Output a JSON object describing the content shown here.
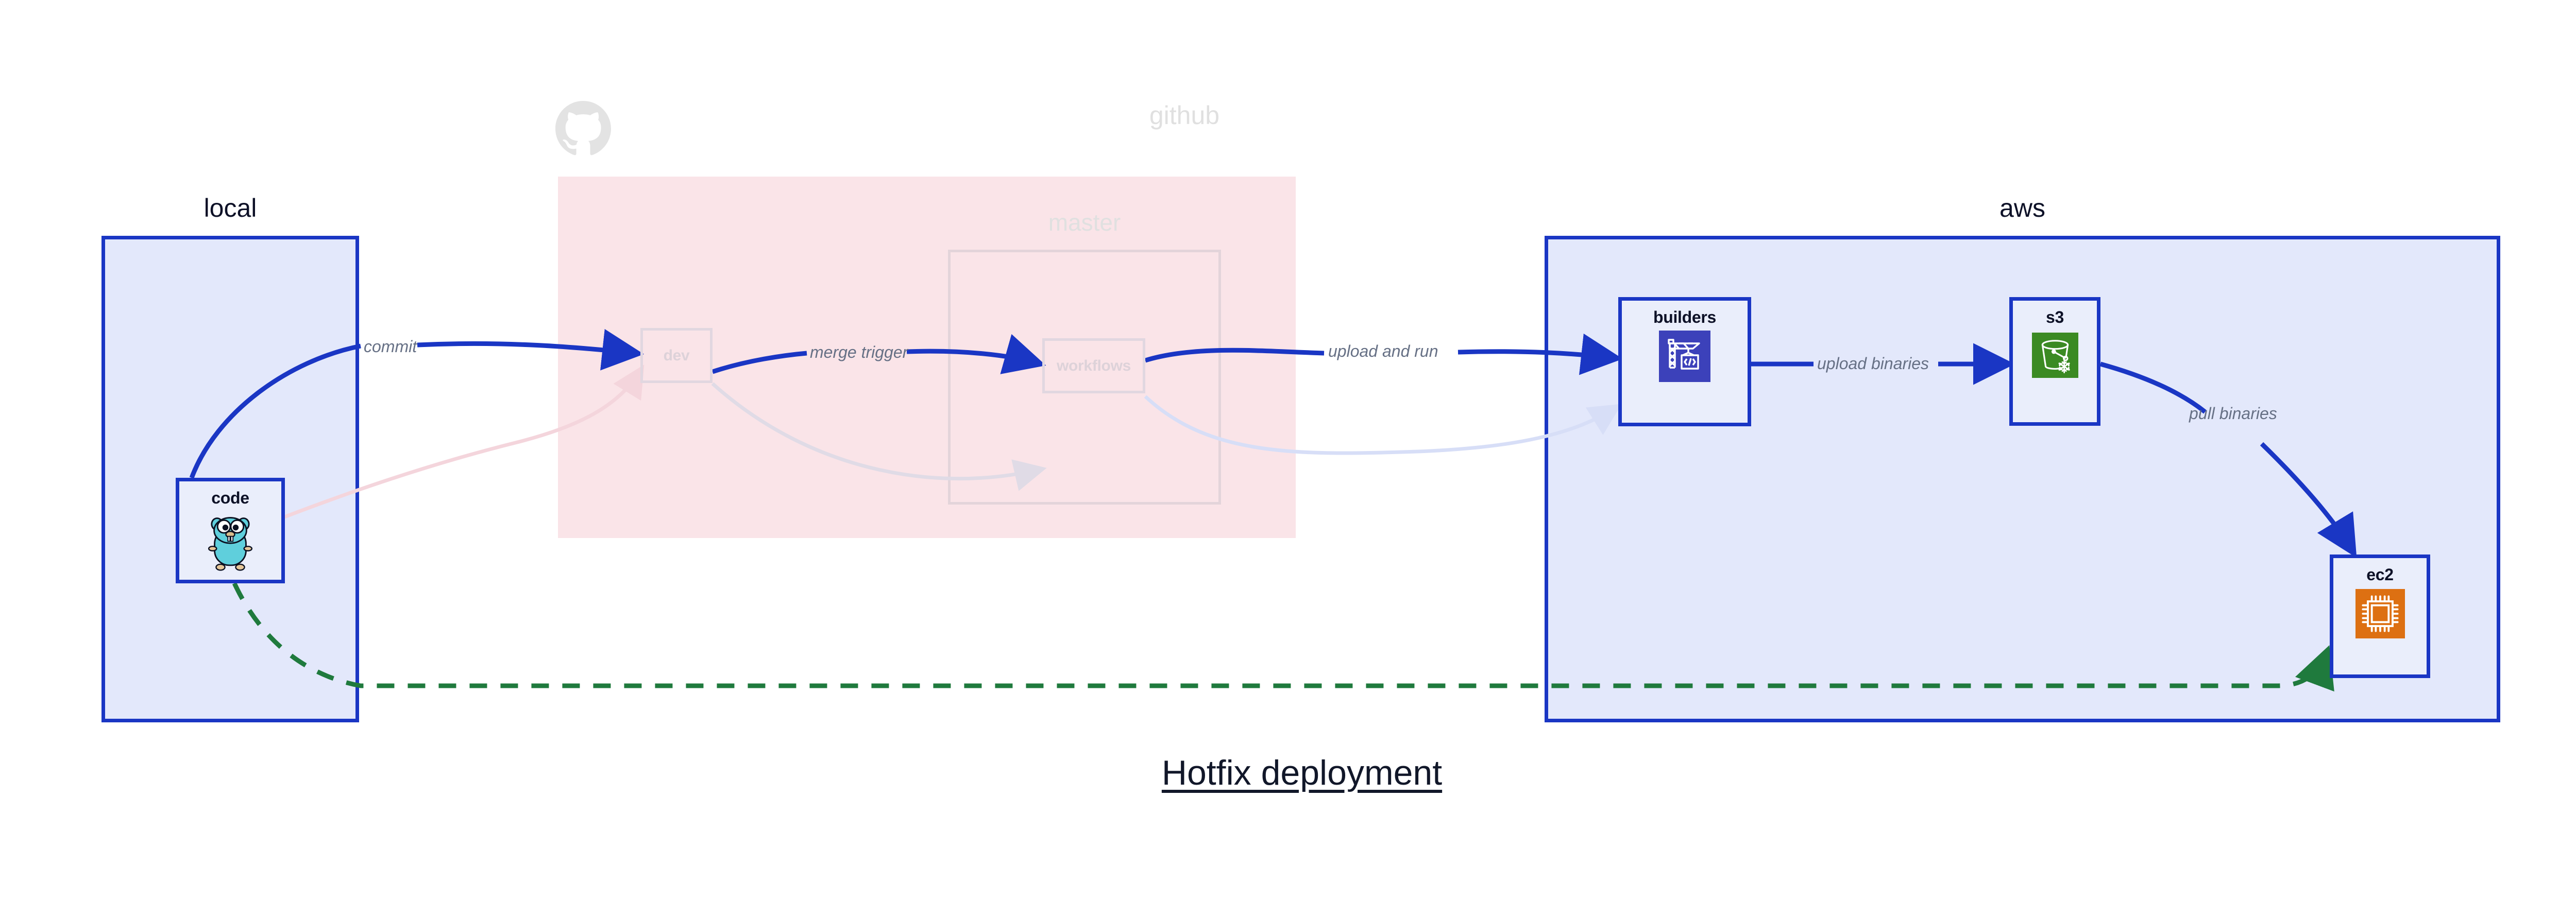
{
  "title": "Hotfix deployment",
  "colors": {
    "primary_blue": "#1a36c4",
    "zone_fill_blue": "#e3e8fb",
    "github_fill_pink": "#fae4e8",
    "green_dashed": "#1f7a3d",
    "faded_grey": "#e0e0e0",
    "label_grey": "#667085",
    "builders_tile": "#3c41ba",
    "s3_tile": "#3b8a23",
    "ec2_tile": "#dd7012",
    "text_dark": "#0d1127"
  },
  "zones": [
    {
      "id": "local",
      "label": "local",
      "faded": false
    },
    {
      "id": "github",
      "label": "github",
      "faded": true
    },
    {
      "id": "master",
      "label": "master",
      "faded": true
    },
    {
      "id": "aws",
      "label": "aws",
      "faded": false
    }
  ],
  "nodes": [
    {
      "id": "code",
      "label": "code",
      "icon": "go-gopher-icon",
      "faded": false
    },
    {
      "id": "dev",
      "label": "dev",
      "icon": null,
      "faded": true
    },
    {
      "id": "workflows",
      "label": "workflows",
      "icon": null,
      "faded": true
    },
    {
      "id": "builders",
      "label": "builders",
      "icon": "aws-codebuild-icon",
      "faded": false
    },
    {
      "id": "s3",
      "label": "s3",
      "icon": "aws-s3-glacier-icon",
      "faded": false
    },
    {
      "id": "ec2",
      "label": "ec2",
      "icon": "aws-ec2-chip-icon",
      "faded": false
    }
  ],
  "edges": [
    {
      "id": "commit",
      "label": "commit",
      "from": "code",
      "to": "dev",
      "style": "solid-blue",
      "faded": false
    },
    {
      "id": "merge-trigger",
      "label": "merge trigger",
      "from": "dev",
      "to": "workflows",
      "style": "solid-blue",
      "faded": false
    },
    {
      "id": "upload-and-run",
      "label": "upload and run",
      "from": "workflows",
      "to": "builders",
      "style": "solid-blue",
      "faded": false
    },
    {
      "id": "upload-binaries",
      "label": "upload binaries",
      "from": "builders",
      "to": "s3",
      "style": "solid-blue",
      "faded": false
    },
    {
      "id": "pull-binaries",
      "label": "pull binaries",
      "from": "s3",
      "to": "ec2",
      "style": "solid-blue",
      "faded": false
    },
    {
      "id": "hotfix-direct",
      "label": "",
      "from": "code",
      "to": "ec2",
      "style": "dashed-green",
      "faded": false
    },
    {
      "id": "ghost-code-dev",
      "label": "",
      "from": "code",
      "to": "dev",
      "style": "solid-pink-faded",
      "faded": true
    },
    {
      "id": "ghost-dev-workflows",
      "label": "",
      "from": "dev",
      "to": "workflows",
      "style": "solid-grey-faded",
      "faded": true
    },
    {
      "id": "ghost-workflows-builders",
      "label": "",
      "from": "workflows",
      "to": "builders",
      "style": "solid-blue-faded",
      "faded": true
    }
  ],
  "github_logo": "github-octocat-icon"
}
